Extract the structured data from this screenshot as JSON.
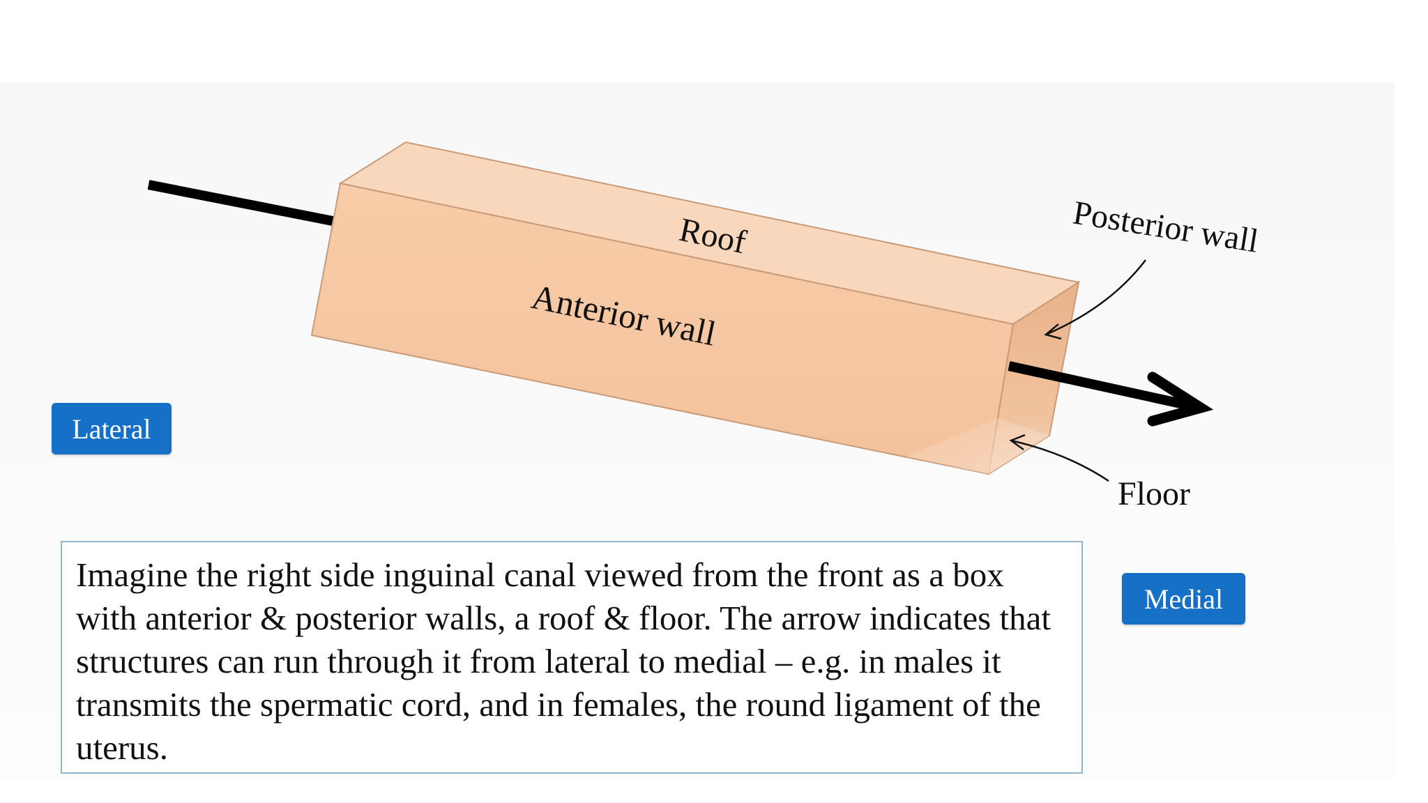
{
  "diagram": {
    "labels": {
      "roof": "Roof",
      "anterior_wall": "Anterior wall",
      "posterior_wall": "Posterior wall",
      "floor": "Floor"
    },
    "badges": {
      "lateral": "Lateral",
      "medial": "Medial"
    },
    "caption": "Imagine the right side inguinal canal viewed from the front as a box with anterior & posterior walls, a roof & floor. The arrow indicates that structures can run through it from lateral to medial – e.g. in males it transmits the spermatic cord, and in females, the round ligament of the uterus.",
    "colors": {
      "box_front": "#f7c9a6",
      "box_top": "#f9d6bb",
      "box_end": "#eab48c",
      "box_edge": "#c99a78",
      "badge": "#1670c6",
      "caption_border": "#8fb6cc",
      "arrow": "#000000"
    }
  }
}
